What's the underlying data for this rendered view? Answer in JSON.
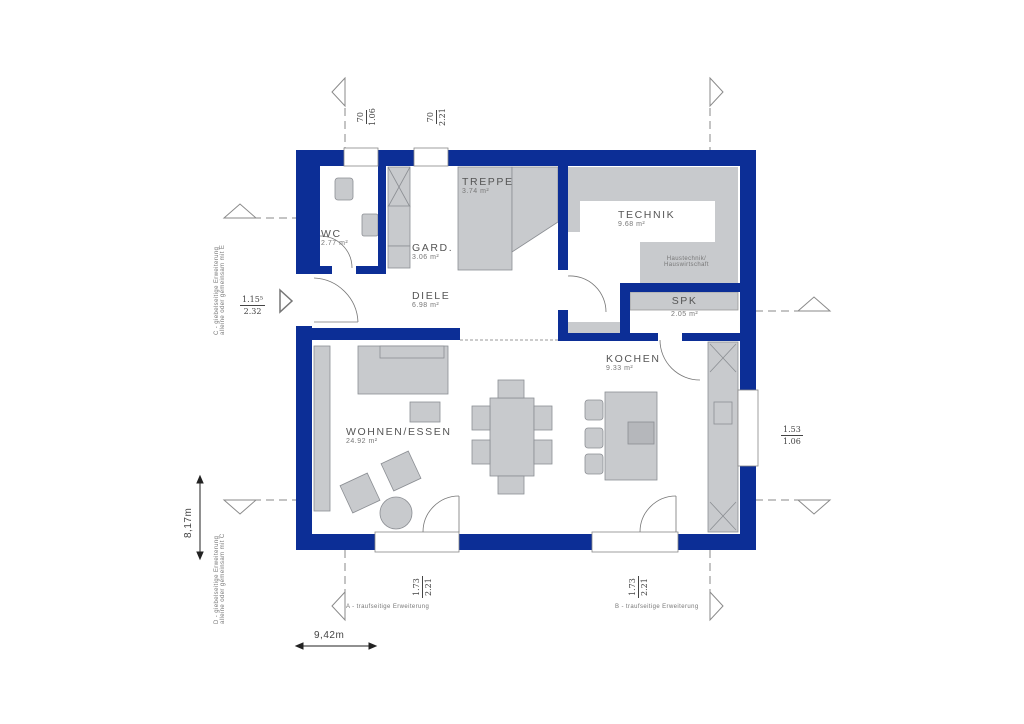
{
  "colors": {
    "wall": "#0c2e96",
    "furniture": "#c8cacd",
    "furniture_stroke": "#8b8e93",
    "dimension_line": "#8a8a8a"
  },
  "rooms": [
    {
      "id": "wc",
      "name": "WC",
      "area": "2.77 m²"
    },
    {
      "id": "gard",
      "name": "GARD.",
      "area": "3.06 m²"
    },
    {
      "id": "treppe",
      "name": "TREPPE",
      "area": "3.74 m²"
    },
    {
      "id": "technik",
      "name": "TECHNIK",
      "area": "9.68 m²",
      "note_line1": "Haustechnik/",
      "note_line2": "Hauswirtschaft"
    },
    {
      "id": "diele",
      "name": "DIELE",
      "area": "6.98 m²"
    },
    {
      "id": "spk",
      "name": "SPK",
      "area": "2.05 m²"
    },
    {
      "id": "kochen",
      "name": "KOCHEN",
      "area": "9.33 m²"
    },
    {
      "id": "wohnen",
      "name": "WOHNEN/ESSEN",
      "area": "24.92 m²"
    }
  ],
  "dimensions": {
    "overall_width": "9,42m",
    "overall_depth": "8,17m",
    "window_top_left": {
      "num": "70",
      "den": "1.06"
    },
    "window_top_right": {
      "num": "70",
      "den": "2.21"
    },
    "window_left": {
      "num": "1.15⁵",
      "den": "2.32"
    },
    "window_right": {
      "num": "1.53",
      "den": "1.06"
    },
    "window_bottom_left": {
      "num": "1.73",
      "den": "2.21"
    },
    "window_bottom_right": {
      "num": "1.73",
      "den": "2.21"
    }
  },
  "extension_notes": {
    "a": "A - traufseitige Erweiterung",
    "b": "B - traufseitige Erweiterung",
    "c_line1": "C - giebelseitige Erweiterung",
    "c_line2": "alleine oder gemeinsam mit E",
    "d_line1": "D - giebelseitige Erweiterung",
    "d_line2": "alleine oder gemeinsam mit C"
  }
}
